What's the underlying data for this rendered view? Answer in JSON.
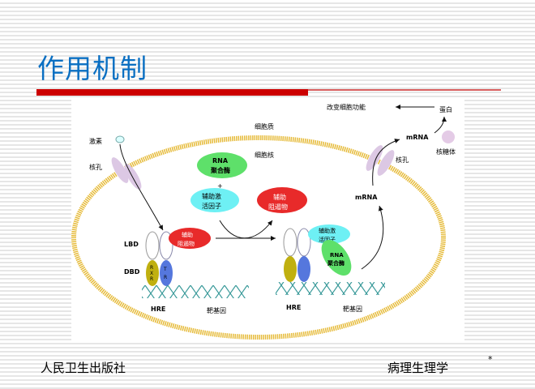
{
  "slide": {
    "title": "作用机制",
    "footer_left": "人民卫生出版社",
    "footer_right": "病理生理学",
    "footer_mark": "*"
  },
  "diagram": {
    "cytoplasm": "细胞质",
    "nucleus": "细胞核",
    "hormone": "激素",
    "pore_left": "核孔",
    "pore_right": "核孔",
    "rna_pol": [
      "RNA",
      "聚合酶"
    ],
    "plus": "+",
    "coactivator": [
      "辅助激",
      "活因子"
    ],
    "corepressor": [
      "辅助",
      "阻遏物"
    ],
    "lbd": "LBD",
    "dbd": "DBD",
    "rxr": [
      "R",
      "X",
      "R"
    ],
    "tr": [
      "T",
      "R"
    ],
    "hre_left": "HRE",
    "gene_left": "靶基因",
    "hre_right": "HRE",
    "gene_right": "靶基因",
    "mrna_inside": "mRNA",
    "mrna_outside": "mRNA",
    "ribosome": "核糖体",
    "protein": "蛋白",
    "function": "改变细胞功能"
  },
  "colors": {
    "title": "#0a6fc2",
    "bar": "#cc0000",
    "membrane": "#e8c040"
  }
}
